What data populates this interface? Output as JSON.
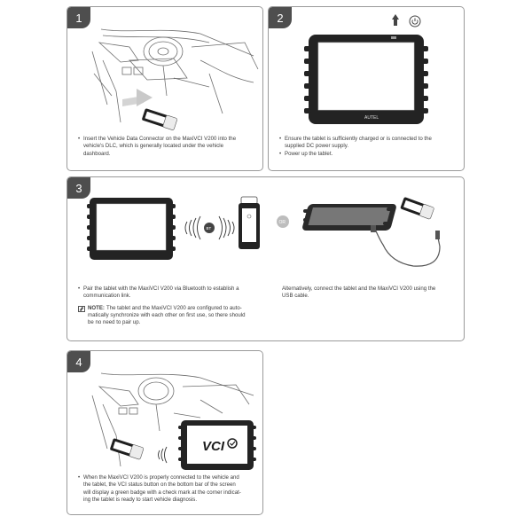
{
  "steps": [
    {
      "number": "1",
      "lines": [
        "Insert the Vehicle Data Connector on the MaxiVCI V200 into the",
        "vehicle's DLC, which is generally located under the vehicle",
        "dashboard."
      ]
    },
    {
      "number": "2",
      "bullets": [
        [
          "Ensure the tablet is sufficiently charged or is connected to the",
          "supplied DC power supply."
        ],
        [
          "Power up the tablet."
        ]
      ]
    },
    {
      "number": "3",
      "left_lines": [
        "Pair the tablet with the MaxiVCI V200 via Bluetooth to establish a",
        "communication link."
      ],
      "note_label": "NOTE:",
      "note_lines": [
        "The tablet and the MaxiVCI V200 are configured to auto-",
        "matically synchronize with each other on first use, so there should",
        "be no need to pair up."
      ],
      "right_lines": [
        "Alternatively, connect the tablet and the MaxiVCI V200 using the",
        "USB cable."
      ],
      "bt_label": "BT",
      "or_label": "OR"
    },
    {
      "number": "4",
      "lines": [
        "When the MaxiVCI V200 is properly connected to the vehicle and",
        "the tablet, the VCI status button on the bottom bar of the screen",
        "will display a green badge with a check mark at the corner indicat-",
        "ing the tablet is ready to start vehicle diagnosis."
      ],
      "screen_text": "VCI"
    }
  ],
  "brand_text": "AUTEL",
  "bullet_char": "•"
}
